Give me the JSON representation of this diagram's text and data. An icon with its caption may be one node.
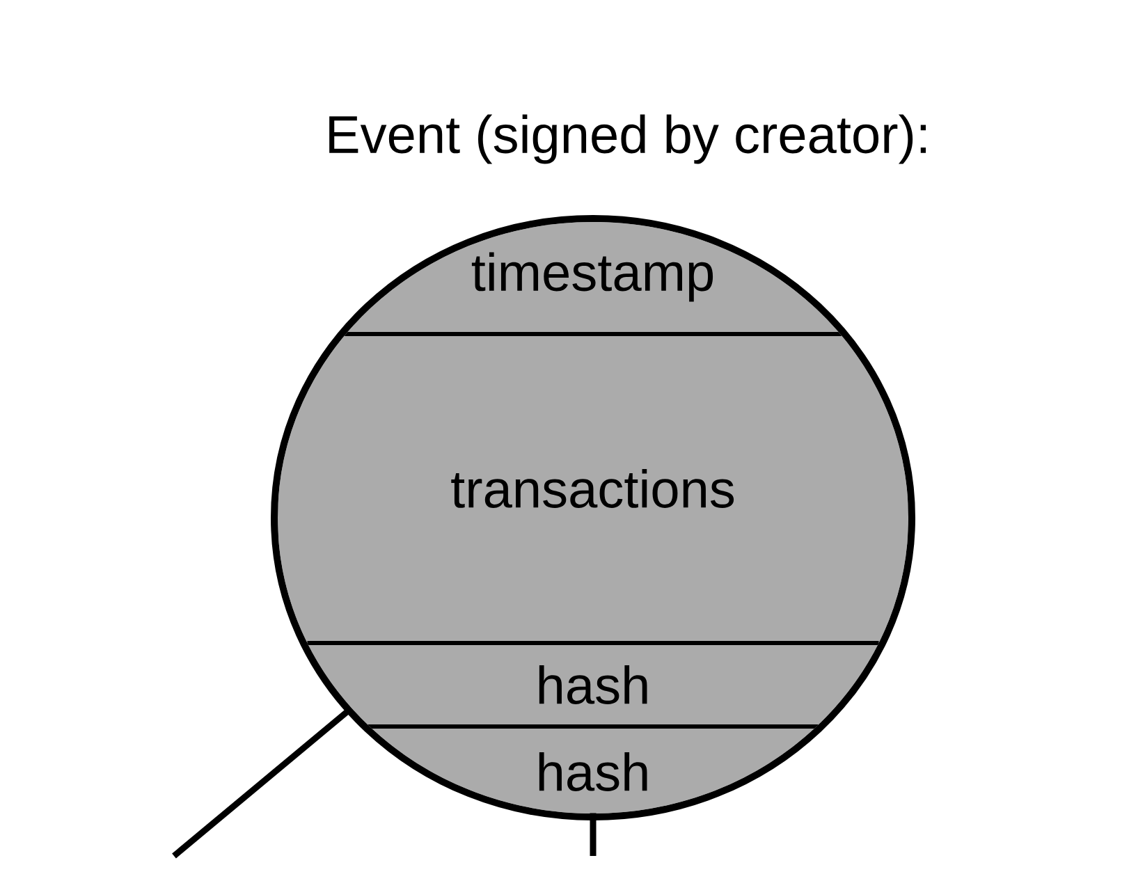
{
  "diagram": {
    "title": "Event (signed by creator):",
    "nodes": [
      {
        "text": [],
        "shape": "circle"
      },
      {
        "text": [
          "timestamp"
        ],
        "in": 0
      },
      {
        "text": [
          "transactions"
        ],
        "in": 0
      },
      {
        "text": [
          "hash"
        ],
        "in": 0
      },
      {
        "text": [
          "hash"
        ],
        "in": 0
      }
    ],
    "edges": [
      {
        "from": 3,
        "to": null,
        "arrow": "none"
      },
      {
        "from": 4,
        "to": null,
        "arrow": "none"
      }
    ]
  }
}
